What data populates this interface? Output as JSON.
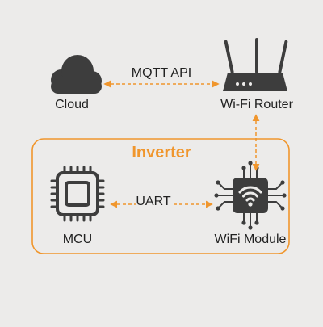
{
  "nodes": {
    "cloud": {
      "label": "Cloud"
    },
    "router": {
      "label": "Wi-Fi Router"
    },
    "mcu": {
      "label": "MCU"
    },
    "wifi_module": {
      "label": "WiFi Module"
    }
  },
  "group": {
    "title": "Inverter"
  },
  "edges": {
    "cloud_router": {
      "label": "MQTT API"
    },
    "mcu_wifi": {
      "label": "UART"
    },
    "router_wifi": {
      "label": ""
    }
  },
  "colors": {
    "accent": "#f0962d",
    "icon": "#3d3d3d",
    "background": "#ecebea"
  }
}
